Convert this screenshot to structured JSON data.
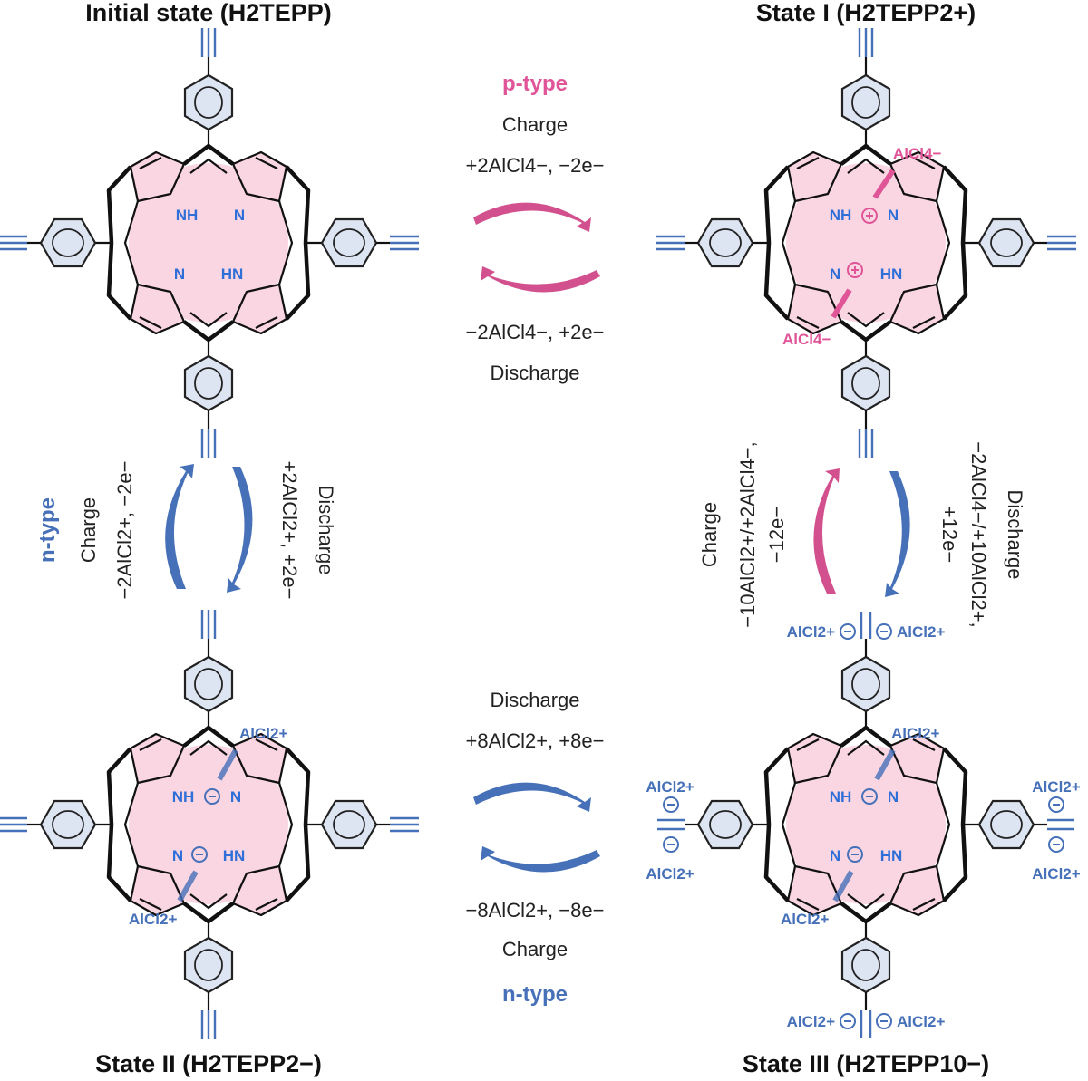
{
  "states": {
    "initial": "Initial state (H2TEPP)",
    "state1": "State I (H2TEPP2+)",
    "state2": "State II (H2TEPP2−)",
    "state3": "State III (H2TEPP10−)"
  },
  "atoms": {
    "nh": "NH",
    "n": "N",
    "hn": "HN"
  },
  "ions": {
    "alcl4": "AlCl4−",
    "alcl2": "AlCl2+"
  },
  "top_arrows": {
    "type": "p-type",
    "charge": "Charge",
    "charge_eq": "+2AlCl4−, −2e−",
    "discharge_eq": "−2AlCl4−, +2e−",
    "discharge": "Discharge"
  },
  "left_arrows": {
    "type": "n-type",
    "charge": "Charge",
    "charge_eq": "−2AlCl2+, −2e−",
    "discharge": "Discharge",
    "discharge_eq": "+2AlCl2+, +2e−"
  },
  "right_arrows": {
    "charge": "Charge",
    "charge_eq_1": "−10AlCl2+/+2AlCl4−,",
    "charge_eq_2": "−12e−",
    "discharge": "Discharge",
    "discharge_eq_1": "−2AlCl4−/+10AlCl2+,",
    "discharge_eq_2": "+12e−"
  },
  "bottom_arrows": {
    "discharge": "Discharge",
    "discharge_eq": "+8AlCl2+, +8e−",
    "charge_eq": "−8AlCl2+, −8e−",
    "charge": "Charge",
    "type": "n-type"
  },
  "colors": {
    "pink": "#e05597",
    "blue": "#4670b8",
    "atom_blue": "#2f6fd8",
    "core_fill": "#f9d6e2",
    "benzene_fill": "#dde4f2"
  }
}
